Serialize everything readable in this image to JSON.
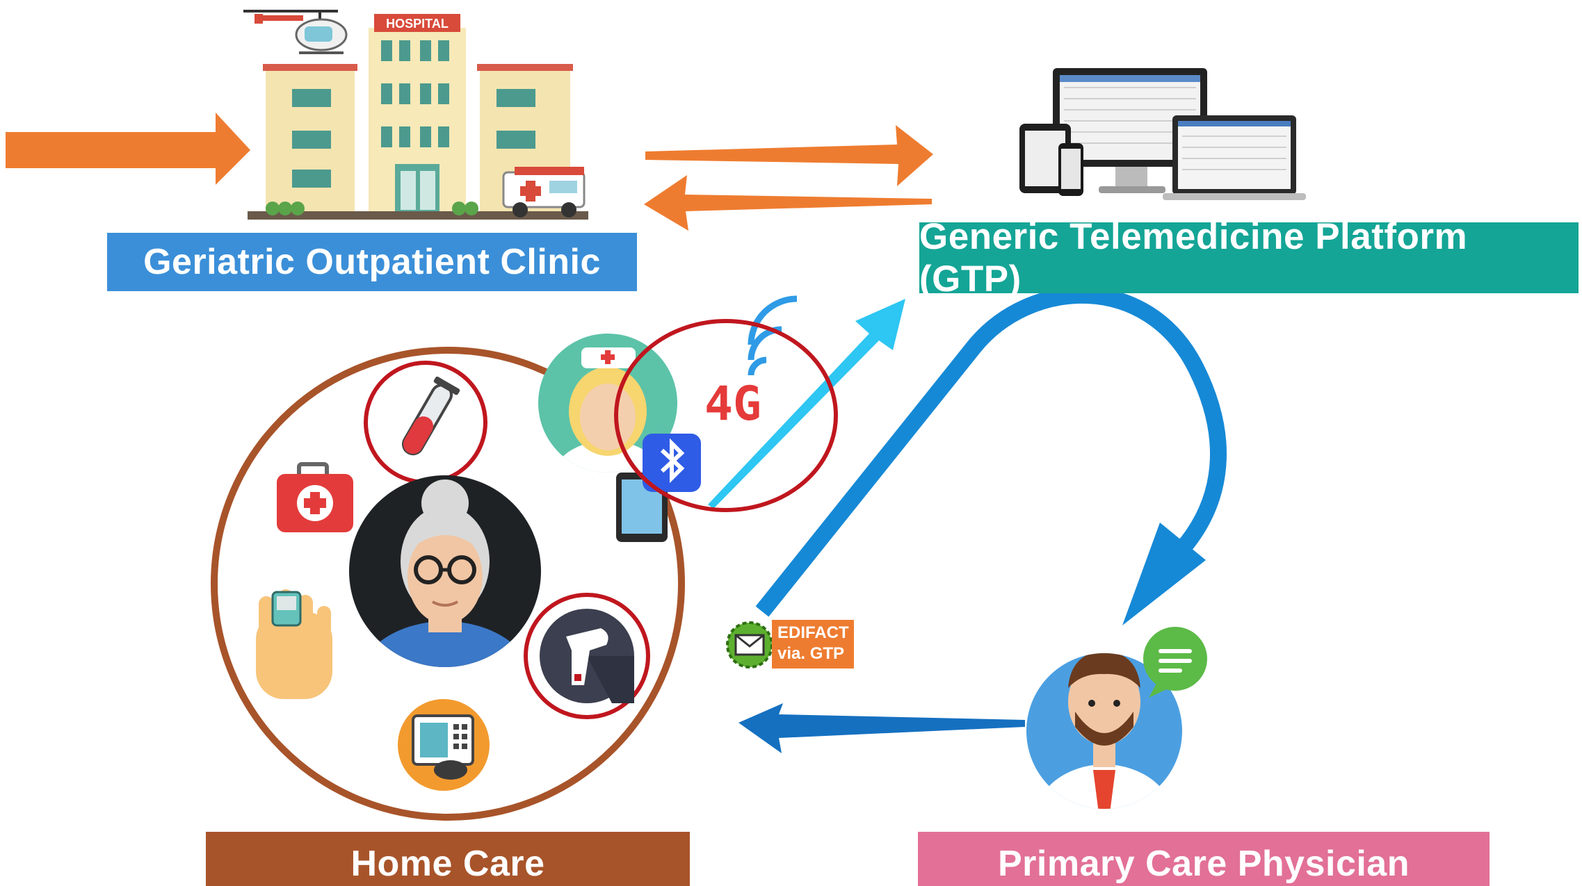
{
  "colors": {
    "clinic_blue": "#3b8fd8",
    "gtp_teal": "#14a596",
    "home_brown": "#a8542a",
    "pcp_pink": "#e27097",
    "arrow_orange": "#ee7c30",
    "arrow_cyan": "#2ec6f2",
    "arrow_blue": "#1689d6",
    "arrow_darkblue": "#1570c0",
    "highlight_red": "#c0161e",
    "edifact_orange": "#ee7c30",
    "email_green": "#5db02f"
  },
  "labels": {
    "clinic": "Geriatric Outpatient Clinic",
    "gtp": "Generic Telemedicine Platform (GTP)",
    "home": "Home Care",
    "pcp": "Primary Care Physician"
  },
  "hospital": {
    "sign": "HOSPITAL"
  },
  "network": {
    "badge": "4G"
  },
  "edifact": {
    "line1": "EDIFACT",
    "line2": "via. GTP"
  },
  "icons": [
    "helicopter-icon",
    "hospital-building-icon",
    "ambulance-icon",
    "devices-icon",
    "test-tube-icon",
    "first-aid-kit-icon",
    "pulse-oximeter-icon",
    "elderly-patient-icon",
    "thermometer-icon",
    "blood-pressure-monitor-icon",
    "nurse-icon",
    "4g-signal-icon",
    "bluetooth-icon",
    "tablet-icon",
    "email-icon",
    "doctor-icon",
    "chat-bubble-icon"
  ]
}
